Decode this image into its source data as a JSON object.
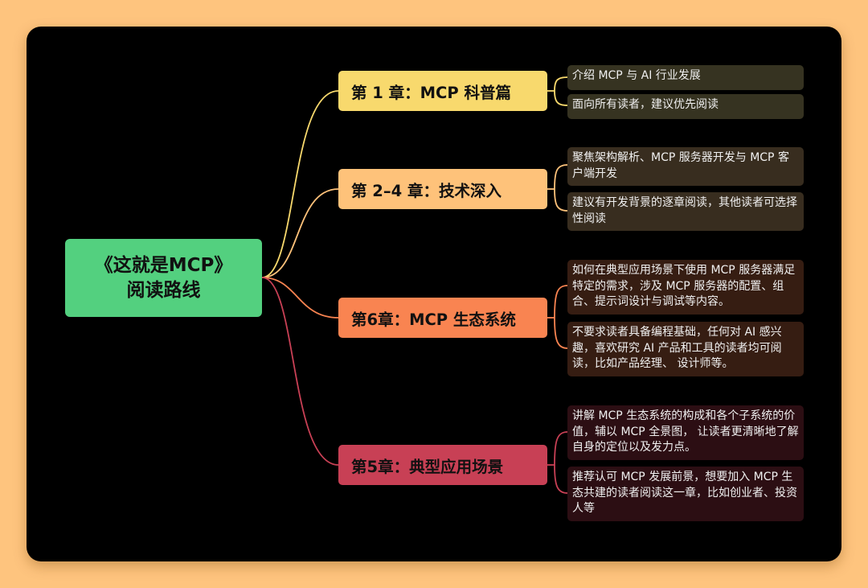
{
  "root": {
    "line1": "《这就是MCP》",
    "line2": "阅读路线"
  },
  "chapters": [
    {
      "title": "第 1 章：MCP 科普篇",
      "color": "#f8d96d",
      "notes": [
        "介绍 MCP 与 AI 行业发展",
        "面向所有读者，建议优先阅读"
      ]
    },
    {
      "title": "第 2–4 章：技术深入",
      "color": "#fec27a",
      "notes": [
        "聚焦架构解析、MCP 服务器开发与 MCP 客户端开发",
        "建议有开发背景的逐章阅读，其他读者可选择性阅读"
      ]
    },
    {
      "title": "第6章：MCP 生态系统",
      "color": "#f98451",
      "notes": [
        "如何在典型应用场景下使用 MCP 服务器满足特定的需求，涉及 MCP 服务器的配置、组合、提示词设计与调试等内容。",
        "不要求读者具备编程基础，任何对 AI 感兴趣，喜欢研究 AI 产品和工具的读者均可阅读，比如产品经理、 设计师等。"
      ]
    },
    {
      "title": "第5章：典型应用场景",
      "color": "#c84055",
      "notes": [
        "讲解 MCP 生态系统的构成和各个子系统的价值，辅以 MCP 全景图， 让读者更清晰地了解自身的定位以及发力点。",
        "推荐认可 MCP 发展前景，想要加入 MCP 生态共建的读者阅读这一章，比如创业者、投资人等"
      ]
    }
  ]
}
